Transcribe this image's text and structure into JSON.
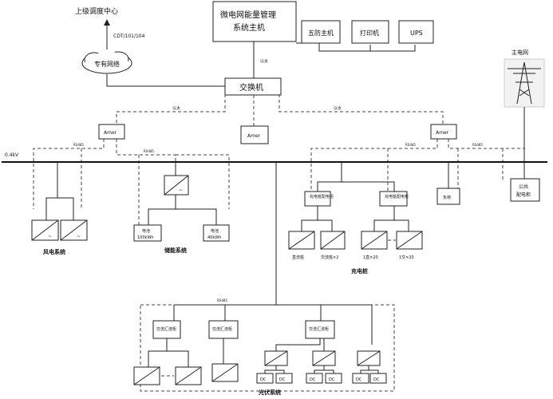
{
  "top": {
    "dispatch_center": "上级调度中心",
    "channel": "CDT/101/104",
    "network": "专有网络",
    "ems_host_line1": "微电网能量管理",
    "ems_host_line2": "系统主机",
    "host_1": "五防主机",
    "host_2": "打印机",
    "host_3": "UPS",
    "switch": "交换机",
    "main_grid": "主电网"
  },
  "link_labels": {
    "eth_up": "以太",
    "eth_left": "以太",
    "eth_right": "以太",
    "rs_a": "RS485",
    "rs_b": "RS485",
    "rs_c": "RS485",
    "rs_d": "RS485",
    "rs_e": "RS485"
  },
  "bus": {
    "label": "0.4kV"
  },
  "meters": {
    "left": "Amer",
    "center": "Amer",
    "right": "Amer"
  },
  "wind": {
    "title": "风电系统"
  },
  "storage": {
    "title": "储能系统",
    "bat1": "电池",
    "bat1_cap": "100kWh",
    "bat2": "电池",
    "bat2_cap": "40kWh"
  },
  "charging": {
    "title": "充电桩",
    "dist1": "充电桩配电柜",
    "dist2": "充电桩配电柜",
    "c1": "直流桩",
    "c2": "交流桩×2",
    "c3": "1直×20",
    "c4": "1交×20"
  },
  "load": {
    "label": "负荷"
  },
  "public_dist": {
    "line1": "公共",
    "line2": "配电柜"
  },
  "pv": {
    "title": "光伏系统",
    "box1": "交流汇流柜",
    "box2": "交流汇流柜",
    "box3": "交流汇流柜",
    "dc": "DC"
  }
}
